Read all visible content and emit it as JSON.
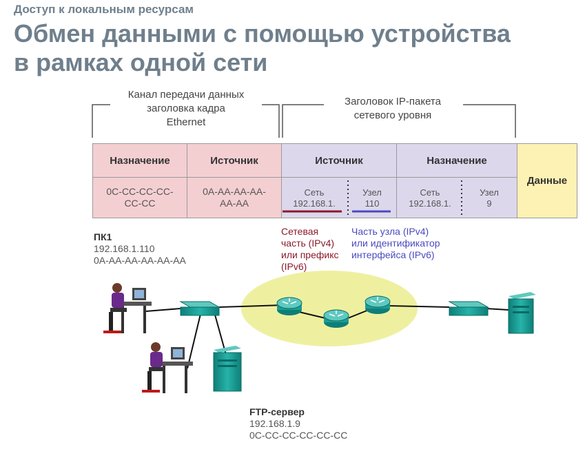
{
  "header": {
    "subtitle": "Доступ к локальным ресурсам",
    "title_line1": "Обмен данными с помощью устройства",
    "title_line2": "в рамках одной сети"
  },
  "brackets": {
    "left_line1": "Канал передачи данных",
    "left_line2": "заголовка кадра",
    "left_line3": "Ethernet",
    "right_line1": "Заголовок IP-пакета",
    "right_line2": "сетевого уровня"
  },
  "frame": {
    "dest_head": "Назначение",
    "src_head": "Источник",
    "ip_src_head": "Источник",
    "ip_dest_head": "Назначение",
    "data_head": "Данные",
    "mac_dest_line1": "0C-CC-CC-CC-",
    "mac_dest_line2": "CC-CC",
    "mac_src_line1": "0A-AA-AA-AA-",
    "mac_src_line2": "AA-AA",
    "src_net_label": "Сеть",
    "src_net_value": "192.168.1.",
    "src_host_label": "Узел",
    "src_host_value": "110",
    "dst_net_label": "Сеть",
    "dst_net_value": "192.168.1.",
    "dst_host_label": "Узел",
    "dst_host_value": "9"
  },
  "annotations": {
    "net_line1": "Сетевая",
    "net_line2": "часть (IPv4)",
    "net_line3": "или префикс",
    "net_line4": "(IPv6)",
    "host_line1": "Часть узла (IPv4)",
    "host_line2": "или идентификатор",
    "host_line3": "интерфейса (IPv6)"
  },
  "pc1": {
    "name": "ПК1",
    "ip": "192.168.1.110",
    "mac": "0A-AA-AA-AA-AA-AA"
  },
  "ftp": {
    "name": "FTP-сервер",
    "ip": "192.168.1.9",
    "mac": "0C-CC-CC-CC-CC-CC"
  },
  "colors": {
    "title_gray": "#6f7f8c",
    "eth_pink": "#f4cfd2",
    "ip_lavender": "#ddd7ec",
    "data_yellow": "#fdf2b4",
    "net_red": "#8b1a2a",
    "host_blue": "#4a4abf",
    "ellipse_yellow": "#eef0a0",
    "device_teal": "#1fa39a"
  }
}
